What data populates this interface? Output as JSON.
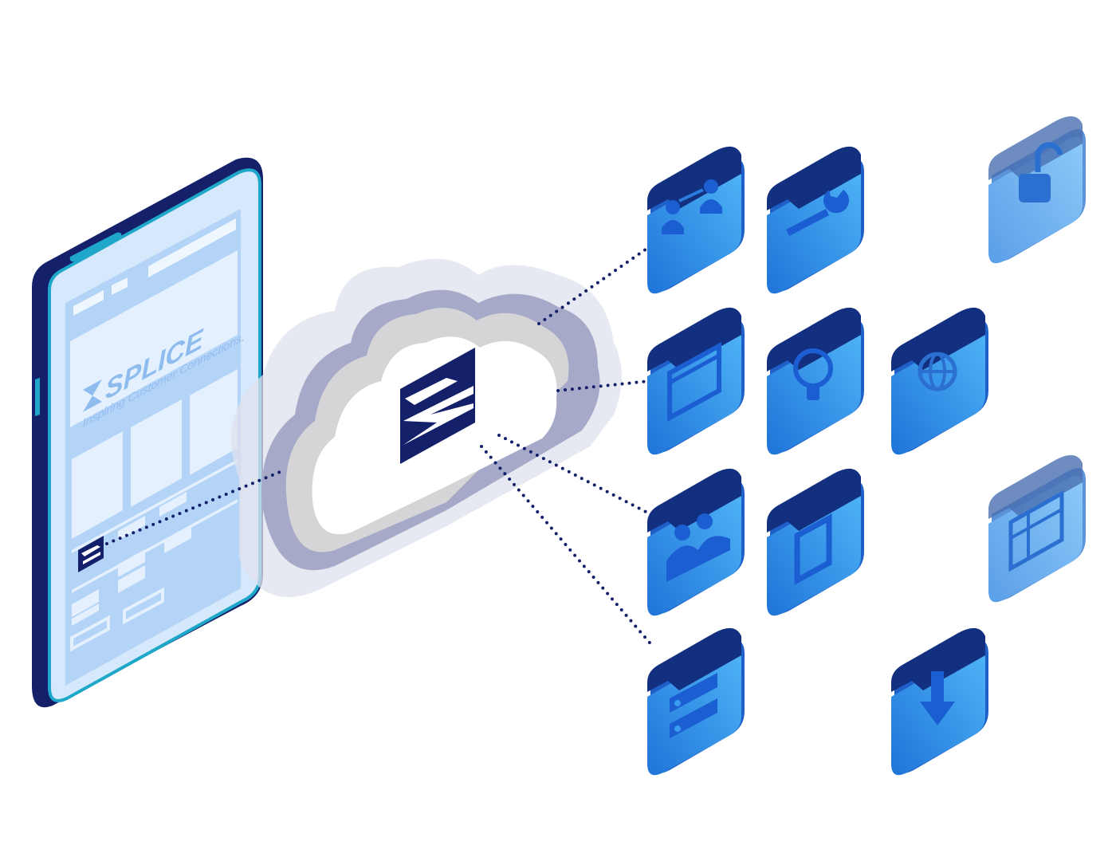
{
  "brand": {
    "name": "SPLICE",
    "tagline": "Inspiring Customer Connections."
  },
  "colors": {
    "phone_body": "#14206a",
    "phone_screen": "#b3d4f7",
    "phone_frame": "#1fa7c9",
    "cloud_shadow": "#a6aac8",
    "cloud_face": "#ffffff",
    "connector": "#14206a",
    "tile_blue": "#3a9bf0",
    "tile_top": "#12307f",
    "tile_faded": "#6eb4f4"
  },
  "tiles": [
    {
      "icon": "people-link-icon",
      "state": "connected"
    },
    {
      "icon": "wrench-icon",
      "state": "active"
    },
    {
      "icon": "unlock-icon",
      "state": "faded"
    },
    {
      "icon": "browser-window-icon",
      "state": "connected"
    },
    {
      "icon": "lightbulb-icon",
      "state": "active"
    },
    {
      "icon": "globe-icon",
      "state": "active"
    },
    {
      "icon": "team-icon",
      "state": "connected"
    },
    {
      "icon": "mobile-device-icon",
      "state": "active"
    },
    {
      "icon": "grid-layout-icon",
      "state": "faded"
    },
    {
      "icon": "server-icon",
      "state": "connected"
    },
    {
      "icon": "download-icon",
      "state": "active"
    }
  ]
}
